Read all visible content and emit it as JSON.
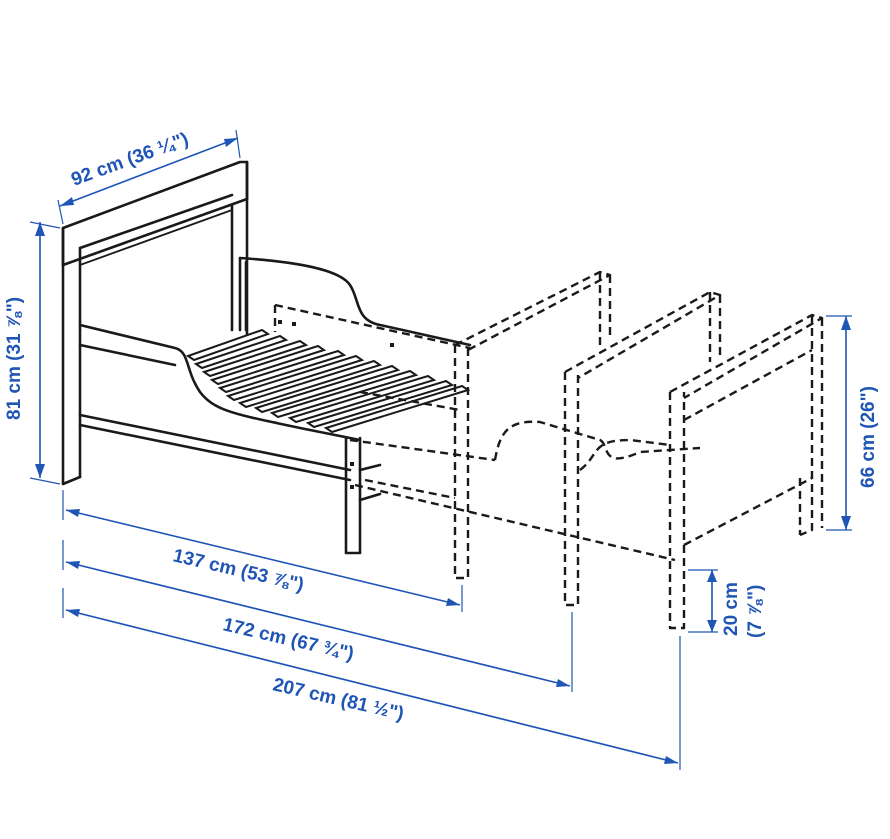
{
  "dimensions": {
    "width": "92 cm (36 ¼\")",
    "height": "81 cm (31 ⅞\")",
    "end_height": "66 cm (26\")",
    "leg_height_cm": "20 cm",
    "leg_height_in": "(7 ⅞\")",
    "length_short": "137 cm (53 ⅞\")",
    "length_medium": "172 cm (67 ¾\")",
    "length_long": "207 cm (81 ½\")"
  },
  "colors": {
    "dimension": "#1f55b5",
    "outline": "#1a1a1a"
  }
}
